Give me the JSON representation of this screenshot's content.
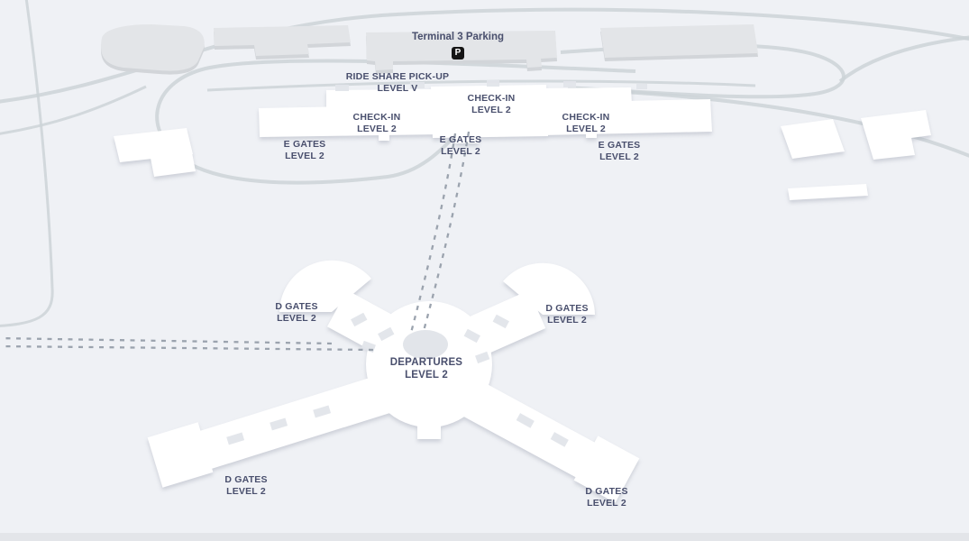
{
  "map": {
    "name": "Terminal 3 airport map",
    "parking": {
      "title": "Terminal 3 Parking",
      "badge": "P"
    },
    "labels": [
      {
        "id": "ride-share-pickup",
        "lines": [
          "RIDE SHARE PICK-UP",
          "LEVEL V"
        ]
      },
      {
        "id": "check-in-center",
        "lines": [
          "CHECK-IN",
          "LEVEL 2"
        ]
      },
      {
        "id": "check-in-left",
        "lines": [
          "CHECK-IN",
          "LEVEL 2"
        ]
      },
      {
        "id": "check-in-right",
        "lines": [
          "CHECK-IN",
          "LEVEL 2"
        ]
      },
      {
        "id": "e-gates-left",
        "lines": [
          "E GATES",
          "LEVEL 2"
        ]
      },
      {
        "id": "e-gates-center",
        "lines": [
          "E GATES",
          "LEVEL 2"
        ]
      },
      {
        "id": "e-gates-right",
        "lines": [
          "E GATES",
          "LEVEL 2"
        ]
      },
      {
        "id": "d-gates-northwest",
        "lines": [
          "D GATES",
          "LEVEL 2"
        ]
      },
      {
        "id": "d-gates-northeast",
        "lines": [
          "D GATES",
          "LEVEL 2"
        ]
      },
      {
        "id": "departures",
        "lines": [
          "DEPARTURES",
          "LEVEL 2"
        ]
      },
      {
        "id": "d-gates-southwest",
        "lines": [
          "D GATES",
          "LEVEL 2"
        ]
      },
      {
        "id": "d-gates-southeast",
        "lines": [
          "D GATES",
          "LEVEL 2"
        ]
      }
    ],
    "colors": {
      "bg": "#eff1f5",
      "road": "#cdd4d7",
      "building": "#e3e5e8",
      "building-shadow": "#d2d5d9",
      "white-bldg": "#ffffff",
      "text": "#494f6d",
      "dash": "#9ba3ae",
      "badge-bg": "#141414",
      "badge-fg": "#ffffff",
      "rotunda-core": "#e2e5ea"
    }
  }
}
